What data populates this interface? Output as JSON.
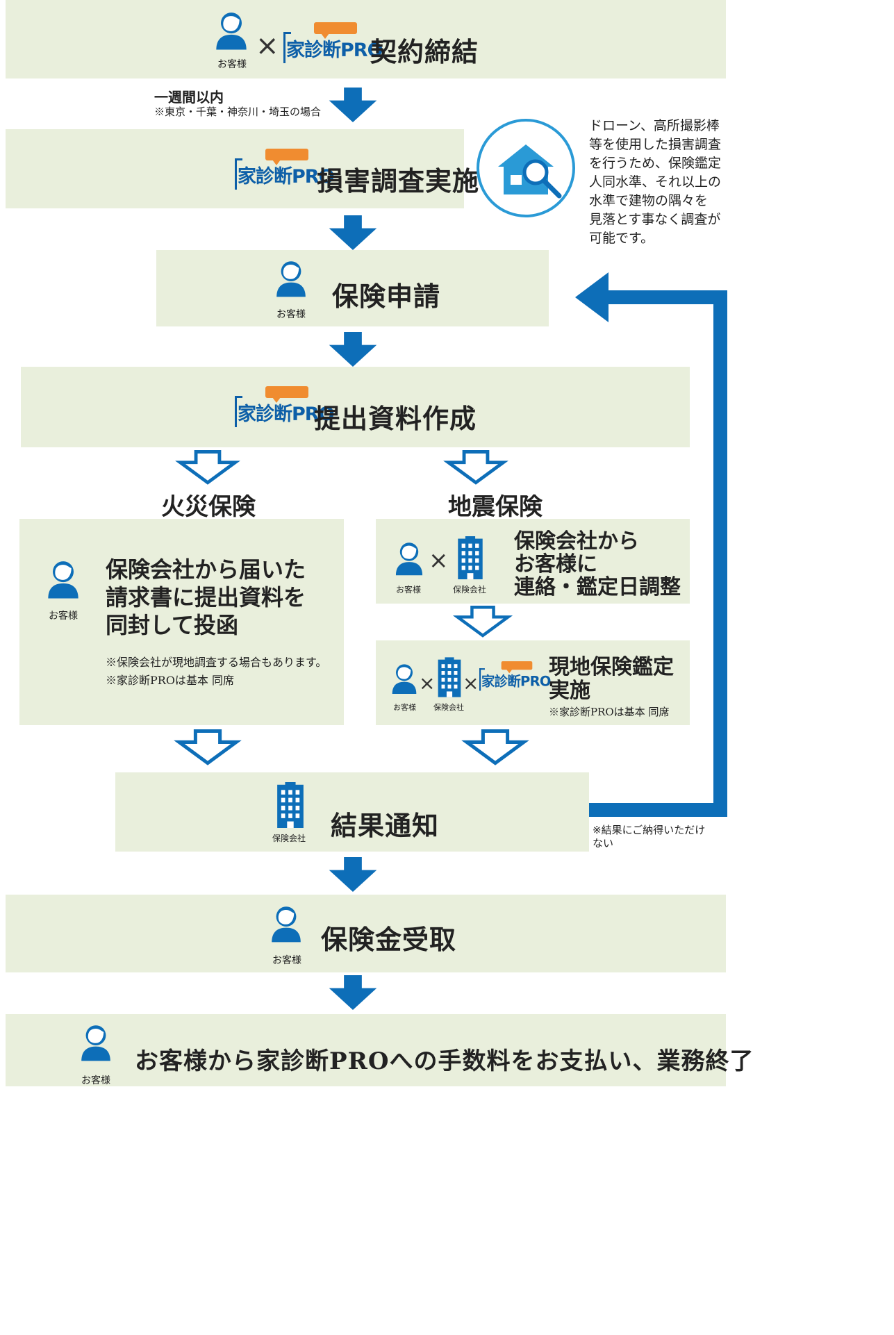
{
  "labels": {
    "customer": "お客様",
    "insurer": "保険会社",
    "times": "×",
    "logo": "家診断PRO"
  },
  "steps": {
    "contract": "契約締結",
    "survey": "損害調査実施",
    "claim": "保険申請",
    "documents": "提出資料作成",
    "result": "結果通知",
    "payout": "保険金受取",
    "final": "お客様から家診断PROへの手数料をお支払い、業務終了"
  },
  "timing": {
    "line1": "一週間以内",
    "line2": "※東京・千葉・神奈川・埼玉の場合"
  },
  "drone_note": [
    "ドローン、高所撮影棒",
    "等を使用した損害調査",
    "を行うため、保険鑑定",
    "人同水準、それ以上の",
    "水準で建物の隅々を",
    "見落とす事なく調査が",
    "可能です。"
  ],
  "fire": {
    "heading": "火災保険",
    "body": [
      "保険会社から届いた",
      "請求書に提出資料を",
      "同封して投函"
    ],
    "note1": "※保険会社が現地調査する場合もあります。",
    "note2": "※家診断PROは基本 同席"
  },
  "quake": {
    "heading": "地震保険",
    "contact": [
      "保険会社から",
      "お客様に",
      "連絡・鑑定日調整"
    ],
    "onsite": [
      "現地保険鑑定",
      "実施"
    ],
    "onsite_note": "※家診断PROは基本 同席"
  },
  "loop_note": [
    "※結果にご納得いただけ",
    "ない"
  ],
  "colors": {
    "box_bg": "#e9efdc",
    "blue": "#0d6eb8",
    "orange": "#f08c30"
  }
}
